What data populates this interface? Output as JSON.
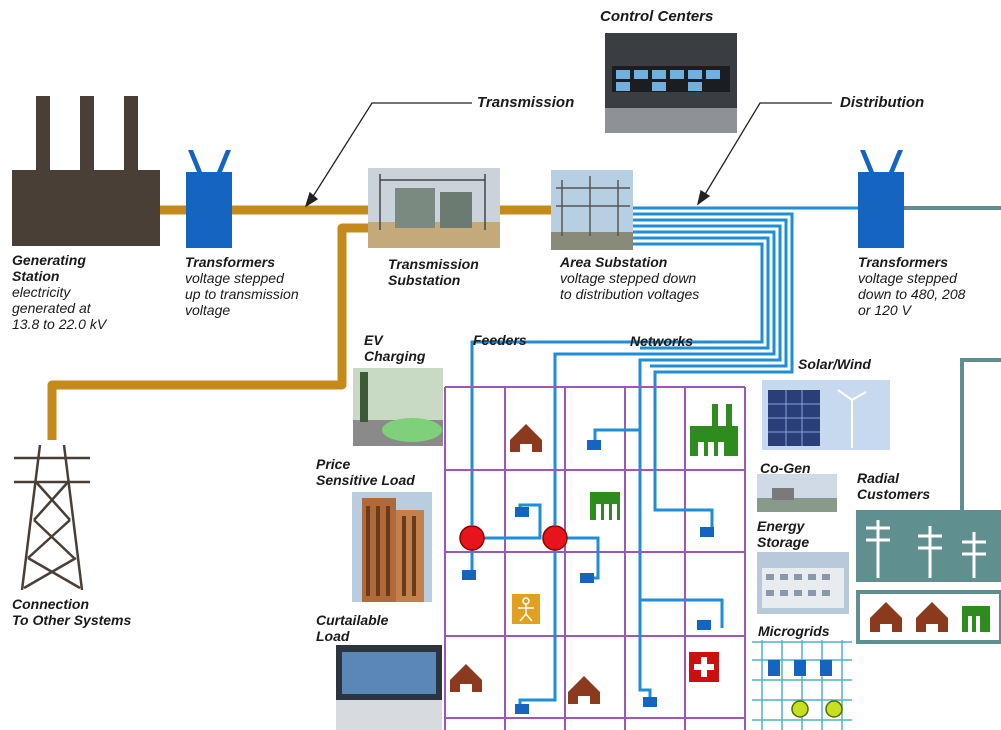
{
  "callouts": {
    "control_centers": "Control Centers",
    "transmission": "Transmission",
    "distribution": "Distribution",
    "feeders": "Feeders",
    "networks": "Networks"
  },
  "generating_station": {
    "title": "Generating Station",
    "title_line1": "Generating",
    "title_line2": "Station",
    "desc_line1": "electricity",
    "desc_line2": "generated at",
    "desc_line3": "13.8 to 22.0 kV"
  },
  "step_up_transformers": {
    "title": "Transformers",
    "desc_line1": "voltage stepped",
    "desc_line2": "up to transmission",
    "desc_line3": "voltage"
  },
  "transmission_substation": {
    "line1": "Transmission",
    "line2": "Substation"
  },
  "area_substation": {
    "title": "Area Substation",
    "desc_line1": "voltage stepped down",
    "desc_line2": "to distribution voltages"
  },
  "step_down_transformers": {
    "title": "Transformers",
    "desc_line1": "voltage stepped",
    "desc_line2": "down to 480, 208",
    "desc_line3": "or 120 V"
  },
  "connection": {
    "line1": "Connection",
    "line2": "To Other Systems"
  },
  "loads": {
    "ev_line1": "EV",
    "ev_line2": "Charging",
    "price_line1": "Price",
    "price_line2": "Sensitive Load",
    "curtail_line1": "Curtailable",
    "curtail_line2": "Load"
  },
  "resources": {
    "solar_wind": "Solar/Wind",
    "cogen": "Co-Gen",
    "storage_line1": "Energy",
    "storage_line2": "Storage",
    "microgrids": "Microgrids"
  },
  "radial": {
    "line1": "Radial",
    "line2": "Customers"
  },
  "colors": {
    "transmission_line": "#c48a1c",
    "distribution_line": "#1e8ed6",
    "radial_line": "#5f8f8f",
    "transformer": "#1565c0",
    "grid_line": "#9b59b6",
    "house": "#8b3a1e",
    "factory": "#2e8b1e",
    "breaker": "#e8141c",
    "hospital": "#cc1010",
    "person": "#e0a020"
  }
}
